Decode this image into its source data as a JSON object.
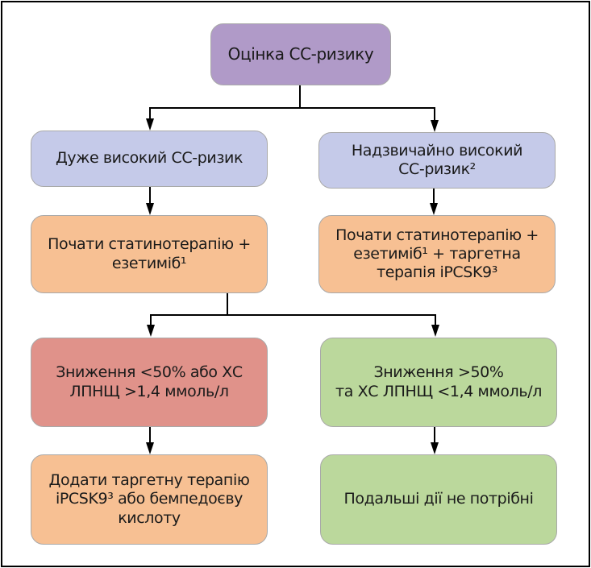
{
  "diagram": {
    "title_node": {
      "text": "Оцінка СС-ризику"
    },
    "left": {
      "risk": {
        "lines": [
          "Дуже високий СС-ризик"
        ]
      },
      "therapy": {
        "lines": [
          "Почати статинотерапію +",
          "езетиміб¹"
        ]
      }
    },
    "right": {
      "risk": {
        "lines": [
          "Надзвичайно високий",
          "СС-ризик²"
        ]
      },
      "therapy": {
        "lines": [
          "Почати статинотерапію +",
          "езетиміб¹ + таргетна",
          "терапія іPCSK9³"
        ]
      }
    },
    "outcome_bad": {
      "condition": {
        "lines": [
          "Зниження <50% або ХС",
          "ЛПНЩ >1,4 ммоль/л"
        ]
      },
      "action": {
        "lines": [
          "Додати таргетну терапію",
          "іPCSK9³ або бемпедоєву",
          "кислоту"
        ]
      }
    },
    "outcome_good": {
      "condition": {
        "lines": [
          "Зниження >50%",
          "та ХС ЛПНЩ <1,4 ммоль/л"
        ]
      },
      "action": {
        "lines": [
          "Подальші дії не потрібні"
        ]
      }
    },
    "colors": {
      "assessment": "#b09ac8",
      "risk": "#c5cae9",
      "therapy": "#f7c093",
      "not_achieved": "#e0928a",
      "achieved": "#bbd89c"
    }
  }
}
